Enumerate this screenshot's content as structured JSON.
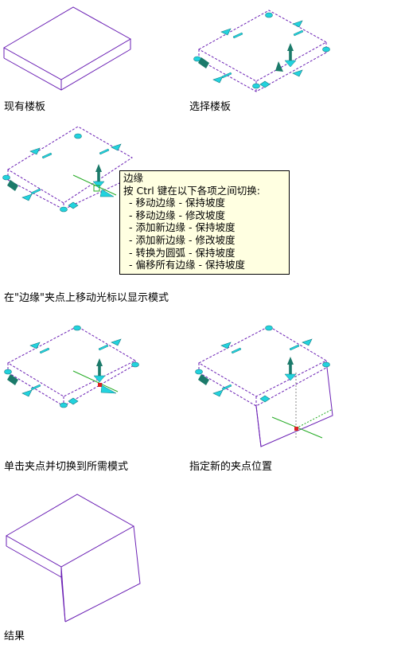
{
  "captions": {
    "existing": "现有楼板",
    "select": "选择楼板",
    "hover": "在\"边缘\"夹点上移动光标以显示模式",
    "click": "单击夹点并切换到所需模式",
    "specify": "指定新的夹点位置",
    "result": "结果"
  },
  "tooltip": {
    "title": "边缘",
    "instruction": "按 Ctrl 键在以下各项之间切换:",
    "options": [
      "- 移动边缘 - 保持坡度",
      "- 移动边缘 - 修改坡度",
      "- 添加新边缘 - 保持坡度",
      "- 添加新边缘 - 修改坡度",
      "- 转换为圆弧 - 保持坡度",
      "- 偏移所有边缘 - 保持坡度"
    ]
  },
  "colors": {
    "outline": "#6a1fb4",
    "grip_cyan": "#22d3de",
    "grip_dark": "#1b7a6a",
    "tooltip_bg": "#ffffe1",
    "crosshair_green": "#22aa22",
    "crosshair_red": "#dd2222"
  }
}
